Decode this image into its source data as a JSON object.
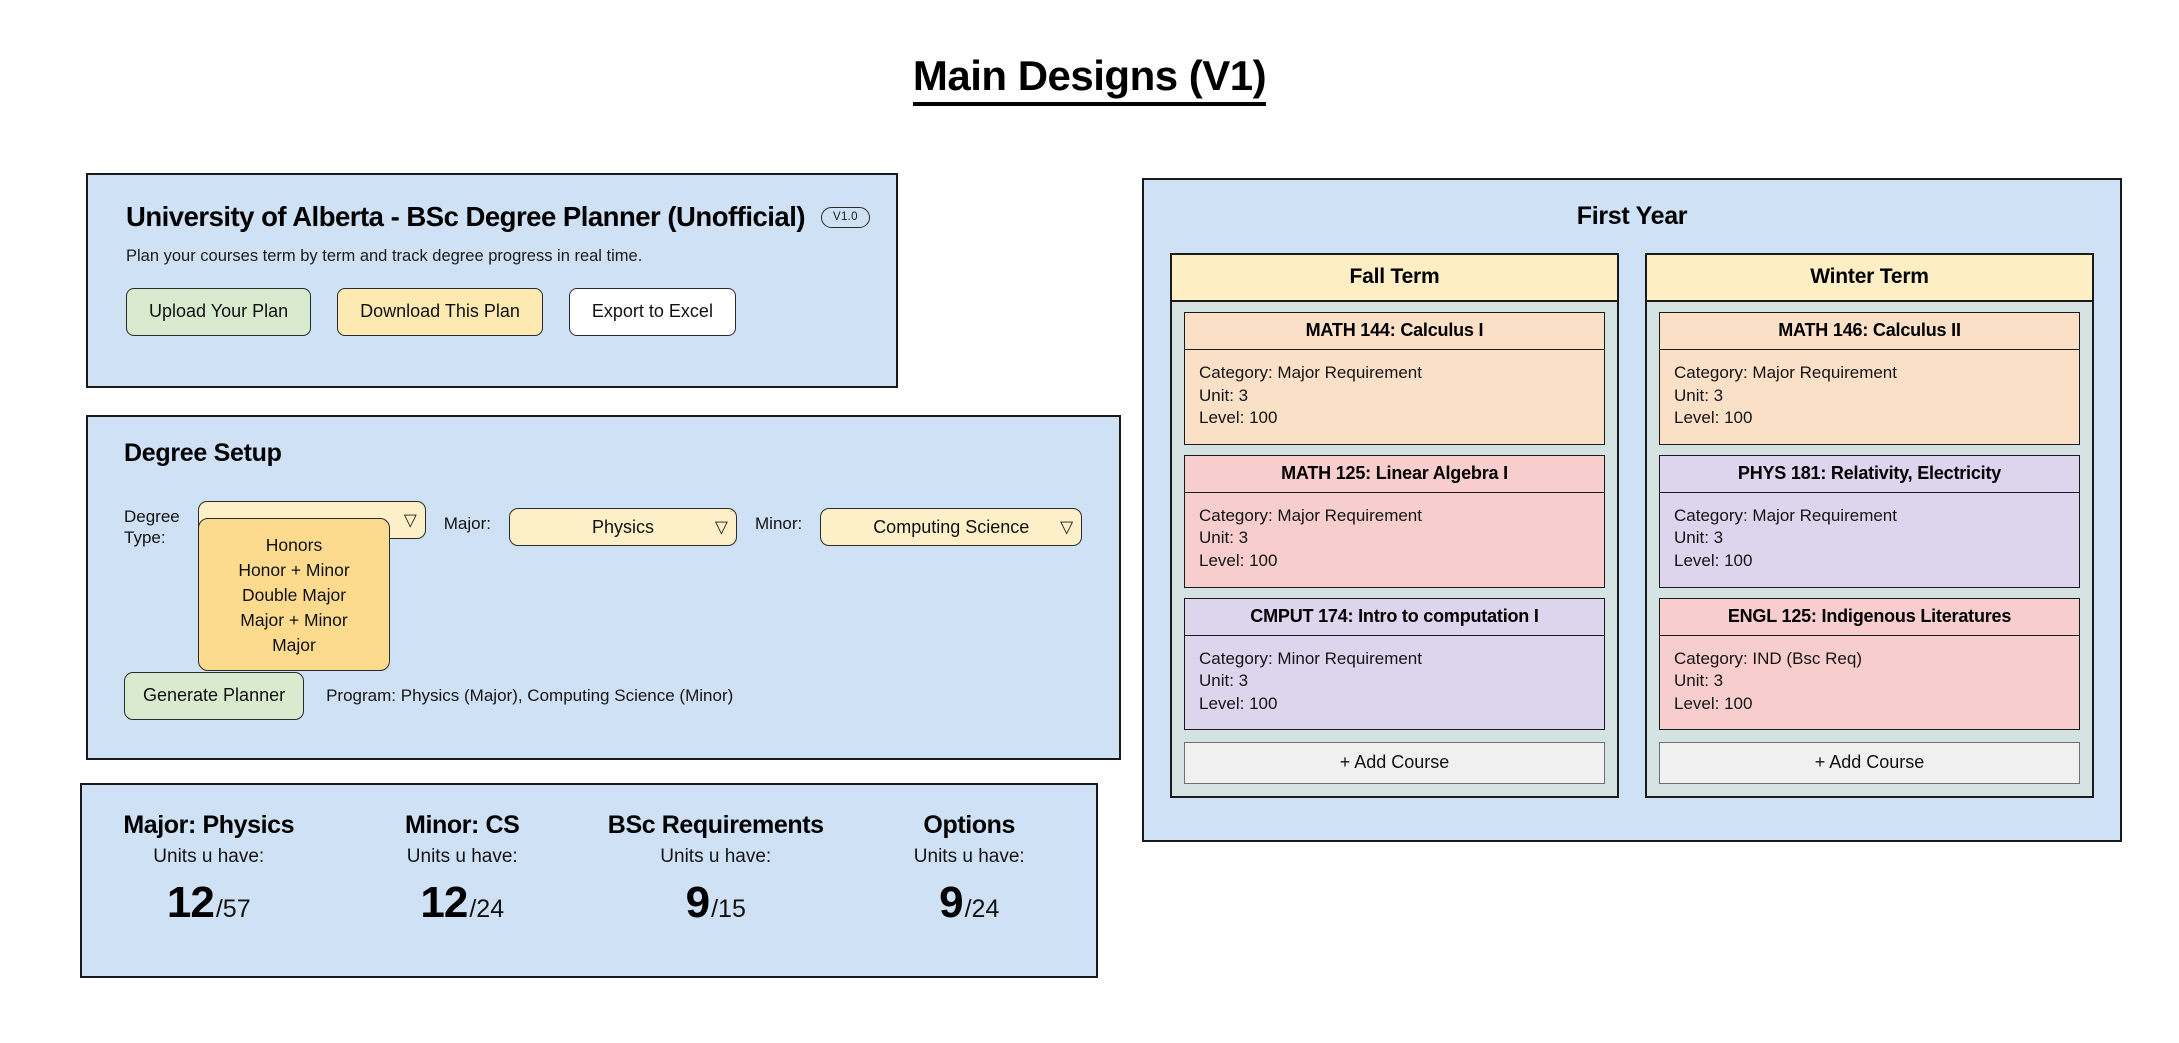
{
  "page_title": "Main Designs (V1)",
  "header": {
    "app_title": "University of Alberta - BSc Degree Planner (Unofficial)",
    "version_badge": "V1.0",
    "subtitle": "Plan your courses term by term and track degree progress in real time.",
    "buttons": [
      {
        "label": "Upload Your Plan",
        "style": "green"
      },
      {
        "label": "Download This Plan",
        "style": "yellow"
      },
      {
        "label": "Export to Excel",
        "style": "white"
      }
    ]
  },
  "degree_setup": {
    "heading": "Degree Setup",
    "degree_type_label": "Degree\nType:",
    "degree_type_value": "",
    "degree_type_options": [
      "Honors",
      "Honor + Minor",
      "Double Major",
      "Major + Minor",
      "Major"
    ],
    "major_label": "Major:",
    "major_value": "Physics",
    "minor_label": "Minor:",
    "minor_value": "Computing Science",
    "generate_label": "Generate Planner",
    "program_summary": "Program: Physics (Major), Computing Science (Minor)",
    "caret_icon": "▽"
  },
  "stats": [
    {
      "title": "Major: Physics",
      "sub": "Units u have:",
      "have": "12",
      "total": "/57"
    },
    {
      "title": "Minor: CS",
      "sub": "Units u have:",
      "have": "12",
      "total": "/24"
    },
    {
      "title": "BSc Requirements",
      "sub": "Units u have:",
      "have": "9",
      "total": "/15"
    },
    {
      "title": "Options",
      "sub": "Units u have:",
      "have": "9",
      "total": "/24"
    }
  ],
  "year": {
    "title": "First Year",
    "add_course_label": "+ Add Course",
    "terms": [
      {
        "name": "Fall Term",
        "courses": [
          {
            "title": "MATH 144: Calculus I",
            "category": "Category: Major Requirement",
            "unit": "Unit: 3",
            "level": "Level: 100",
            "color": "c-peach"
          },
          {
            "title": "MATH 125: Linear Algebra I",
            "category": "Category: Major Requirement",
            "unit": "Unit: 3",
            "level": "Level: 100",
            "color": "c-pink"
          },
          {
            "title": "CMPUT 174: Intro to computation I",
            "category": "Category: Minor Requirement",
            "unit": "Unit: 3",
            "level": "Level: 100",
            "color": "c-purple"
          }
        ]
      },
      {
        "name": "Winter Term",
        "courses": [
          {
            "title": "MATH 146: Calculus II",
            "category": "Category: Major Requirement",
            "unit": "Unit: 3",
            "level": "Level: 100",
            "color": "c-peach"
          },
          {
            "title": "PHYS 181: Relativity, Electricity",
            "category": "Category: Major Requirement",
            "unit": "Unit: 3",
            "level": "Level: 100",
            "color": "c-purple"
          },
          {
            "title": "ENGL 125: Indigenous Literatures",
            "category": "Category: IND (Bsc Req)",
            "unit": "Unit: 3",
            "level": "Level: 100",
            "color": "c-pink"
          }
        ]
      }
    ]
  },
  "colors": {
    "panel_bg": "#cfe1f5",
    "term_bg": "#d4e3e1",
    "term_header": "#fdeec4",
    "select_bg": "#fdf0c8",
    "menu_bg": "#fcdb8f",
    "green_btn": "#d8ebcf",
    "yellow_btn": "#fdeab2",
    "peach": "#fbe0c8",
    "pink": "#f8cdcd",
    "purple": "#ddd4ee"
  }
}
